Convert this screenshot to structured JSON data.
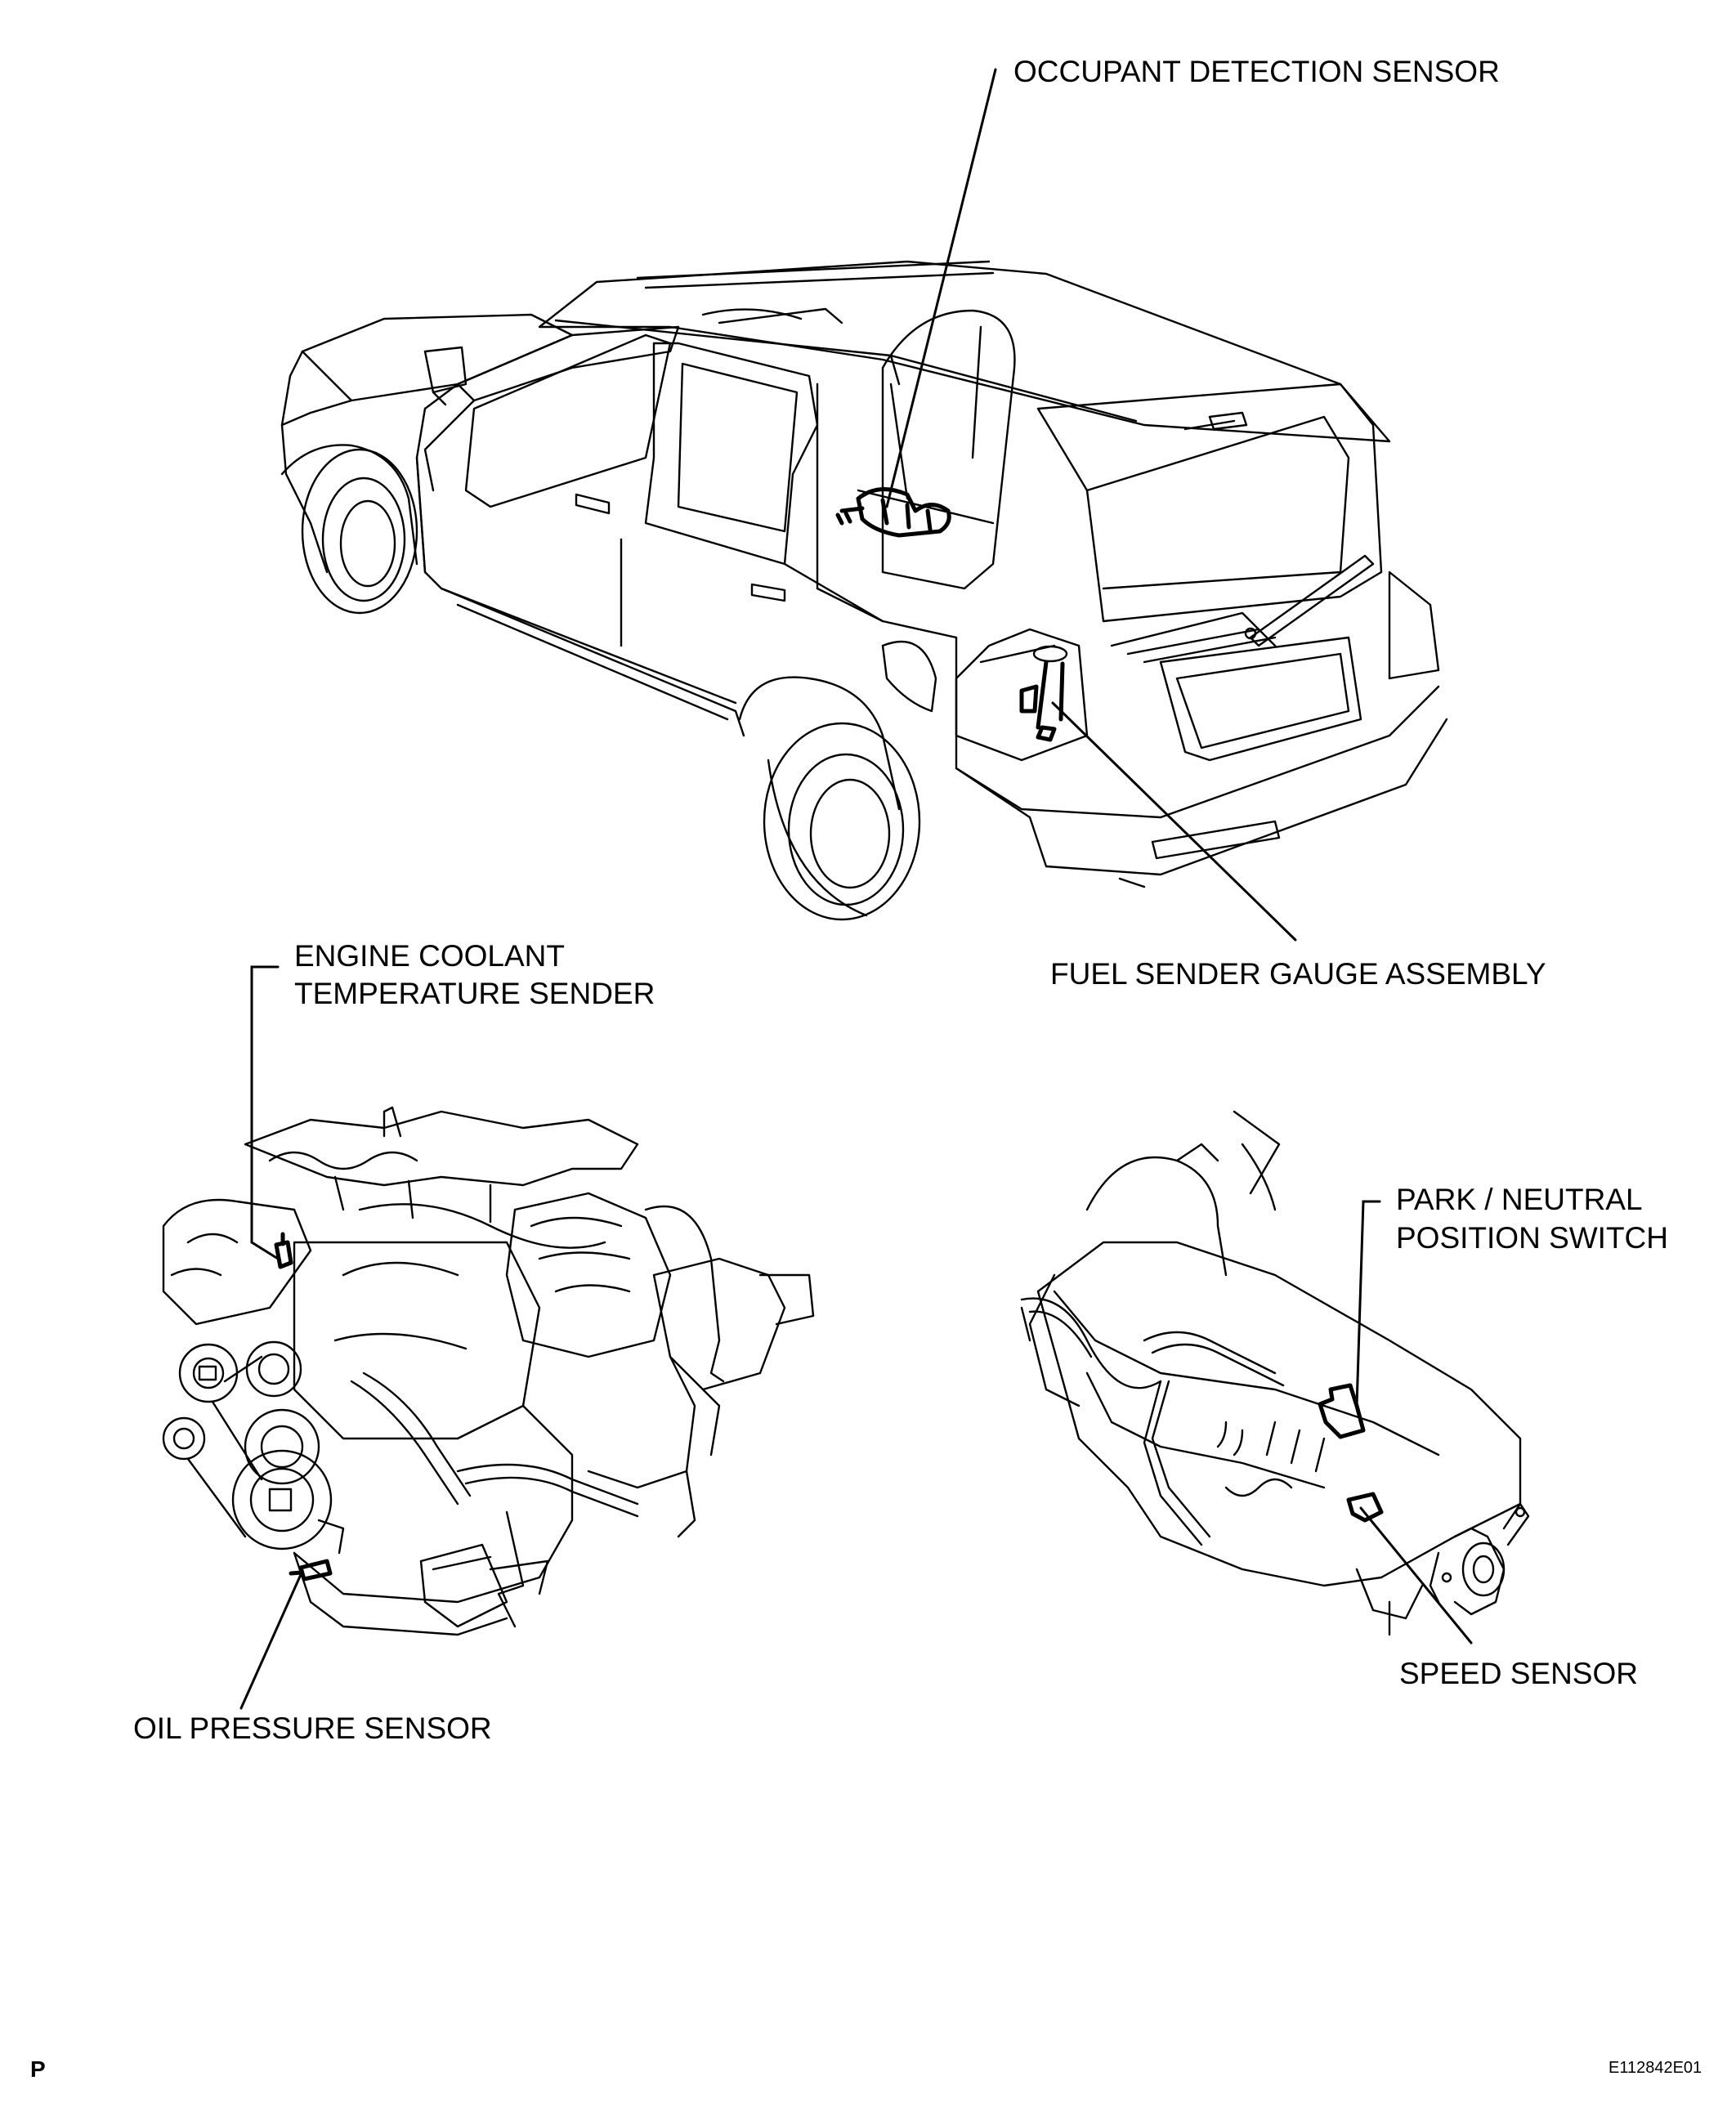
{
  "diagram": {
    "labels": {
      "occupant_detection_sensor": "OCCUPANT DETECTION SENSOR",
      "fuel_sender_gauge_assembly": "FUEL SENDER GAUGE ASSEMBLY",
      "engine_coolant_line1": "ENGINE COOLANT",
      "engine_coolant_line2": "TEMPERATURE SENDER",
      "park_neutral_line1": "PARK / NEUTRAL",
      "park_neutral_line2": "POSITION SWITCH",
      "speed_sensor": "SPEED SENSOR",
      "oil_pressure_sensor": "OIL PRESSURE SENSOR"
    },
    "footer": {
      "left_mark": "P",
      "figure_code": "E112842E01"
    }
  }
}
